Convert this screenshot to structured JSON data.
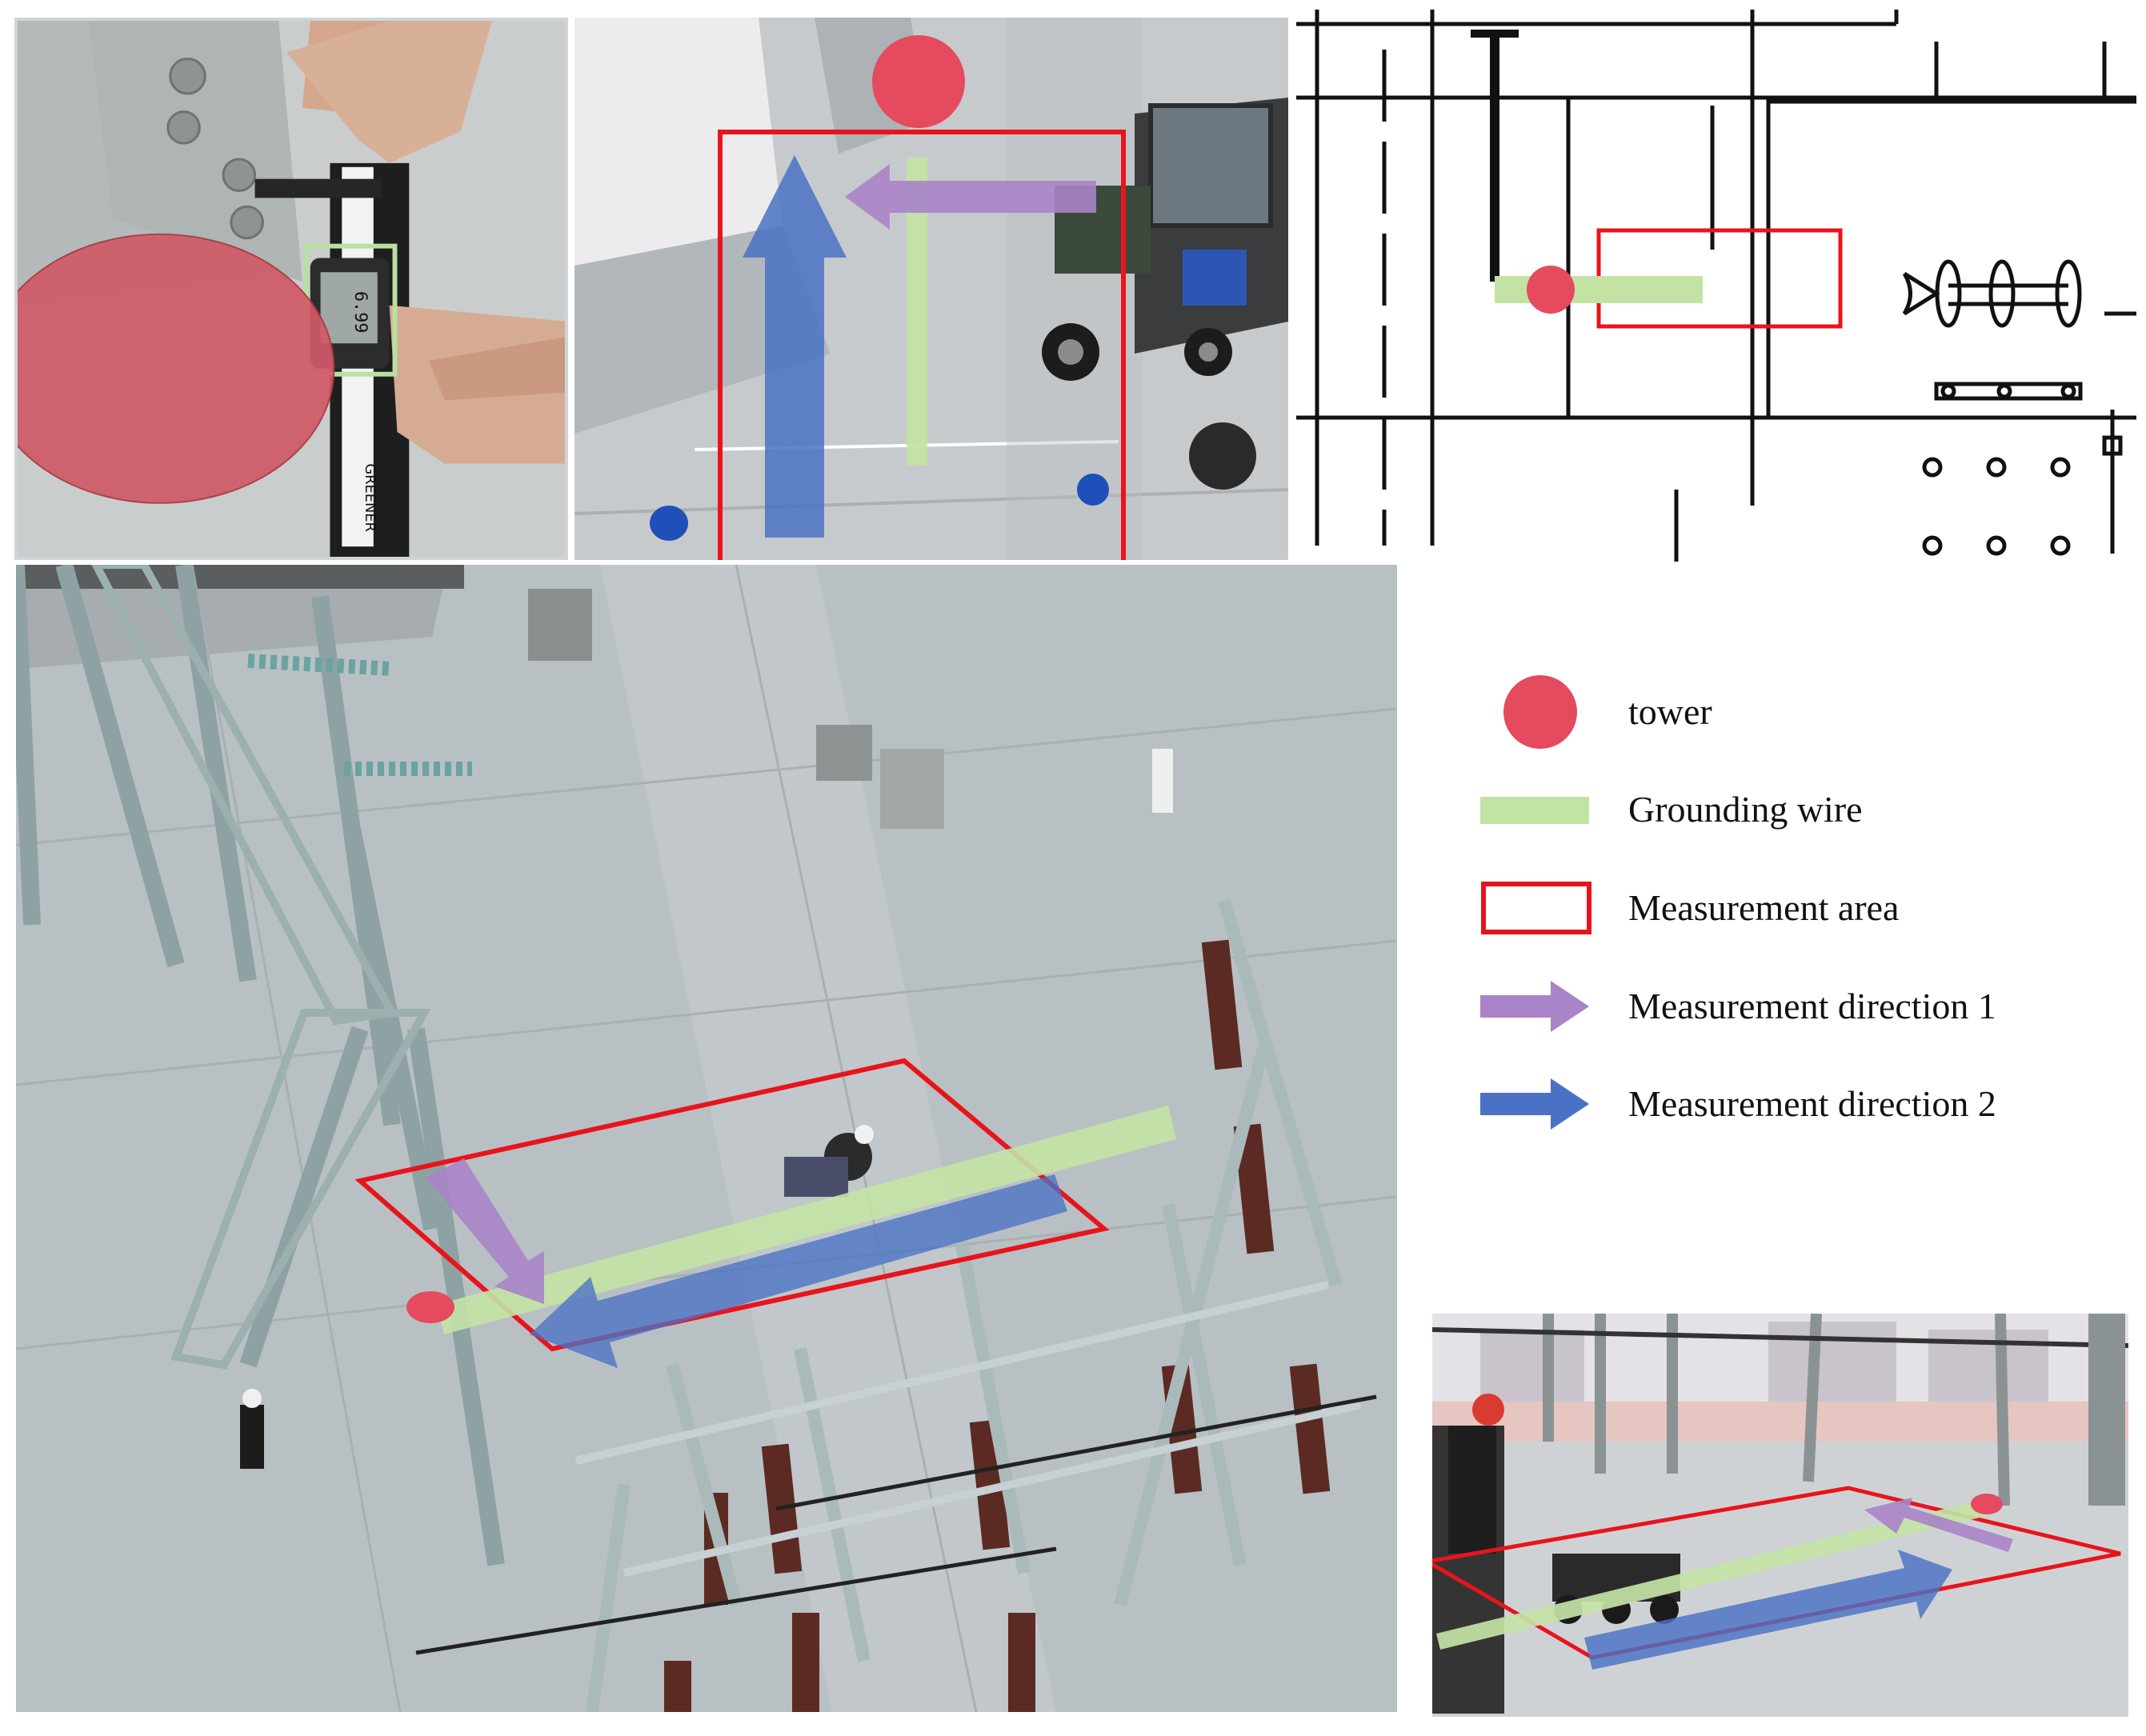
{
  "legend": {
    "items": [
      {
        "key": "tower",
        "label": "tower",
        "color": "#e54a5e",
        "icon": "red-circle"
      },
      {
        "key": "grounding_wire",
        "label": "Grounding wire",
        "color": "#c3e3a5",
        "icon": "green-bar"
      },
      {
        "key": "measurement_area",
        "label": "Measurement area",
        "color": "#e8141c",
        "icon": "red-rectangle-outline"
      },
      {
        "key": "direction1",
        "label": "Measurement direction 1",
        "color": "#a984c8",
        "icon": "purple-arrow"
      },
      {
        "key": "direction2",
        "label": "Measurement direction 2",
        "color": "#4a72c4",
        "icon": "blue-arrow"
      }
    ]
  },
  "panels": {
    "caliper": {
      "display_value": "6.99",
      "brand_text": "GREENER"
    },
    "robot": {},
    "plan": {},
    "aerial": {},
    "ground": {}
  },
  "colors": {
    "concrete": "#b7bfc4",
    "concrete_dark": "#9aa3a8",
    "steel": "#8fa3a4",
    "insulator": "#5b2a22",
    "plan_line": "#111111"
  }
}
